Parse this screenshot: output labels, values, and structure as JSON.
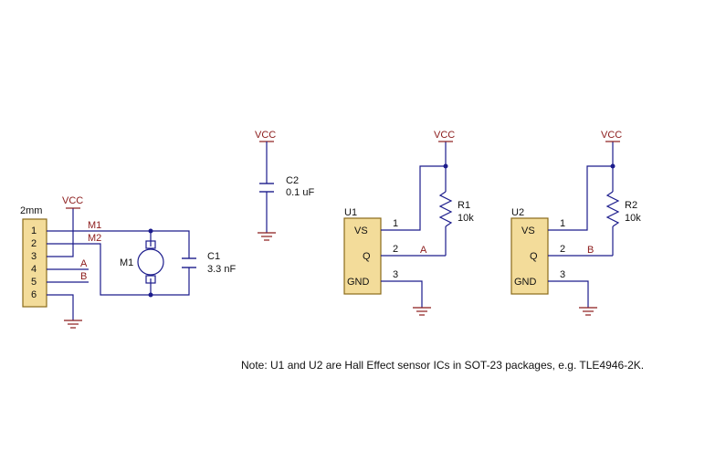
{
  "colors": {
    "wire": "#1c1c8c",
    "net": "#8b1a1a",
    "text": "#111111",
    "body": "#f3dc9a",
    "body_stroke": "#8a6a1a"
  },
  "connector": {
    "title": "2mm",
    "pins": [
      "1",
      "2",
      "3",
      "4",
      "5",
      "6"
    ],
    "vcc": "VCC",
    "net_m1": "M1",
    "net_m2": "M2",
    "net_a": "A",
    "net_b": "B"
  },
  "motor": {
    "label": "M1"
  },
  "c1": {
    "name": "C1",
    "value": "3.3 nF"
  },
  "c2": {
    "name": "C2",
    "value": "0.1 uF",
    "vcc": "VCC"
  },
  "u1": {
    "name": "U1",
    "pins": {
      "vs": "VS",
      "q": "Q",
      "gnd": "GND"
    },
    "pin_numbers": [
      "1",
      "2",
      "3"
    ],
    "net": "A",
    "vcc": "VCC",
    "r_name": "R1",
    "r_value": "10k"
  },
  "u2": {
    "name": "U2",
    "pins": {
      "vs": "VS",
      "q": "Q",
      "gnd": "GND"
    },
    "pin_numbers": [
      "1",
      "2",
      "3"
    ],
    "net": "B",
    "vcc": "VCC",
    "r_name": "R2",
    "r_value": "10k"
  },
  "note": "Note: U1 and U2 are Hall Effect sensor ICs in SOT-23 packages, e.g. TLE4946-2K."
}
